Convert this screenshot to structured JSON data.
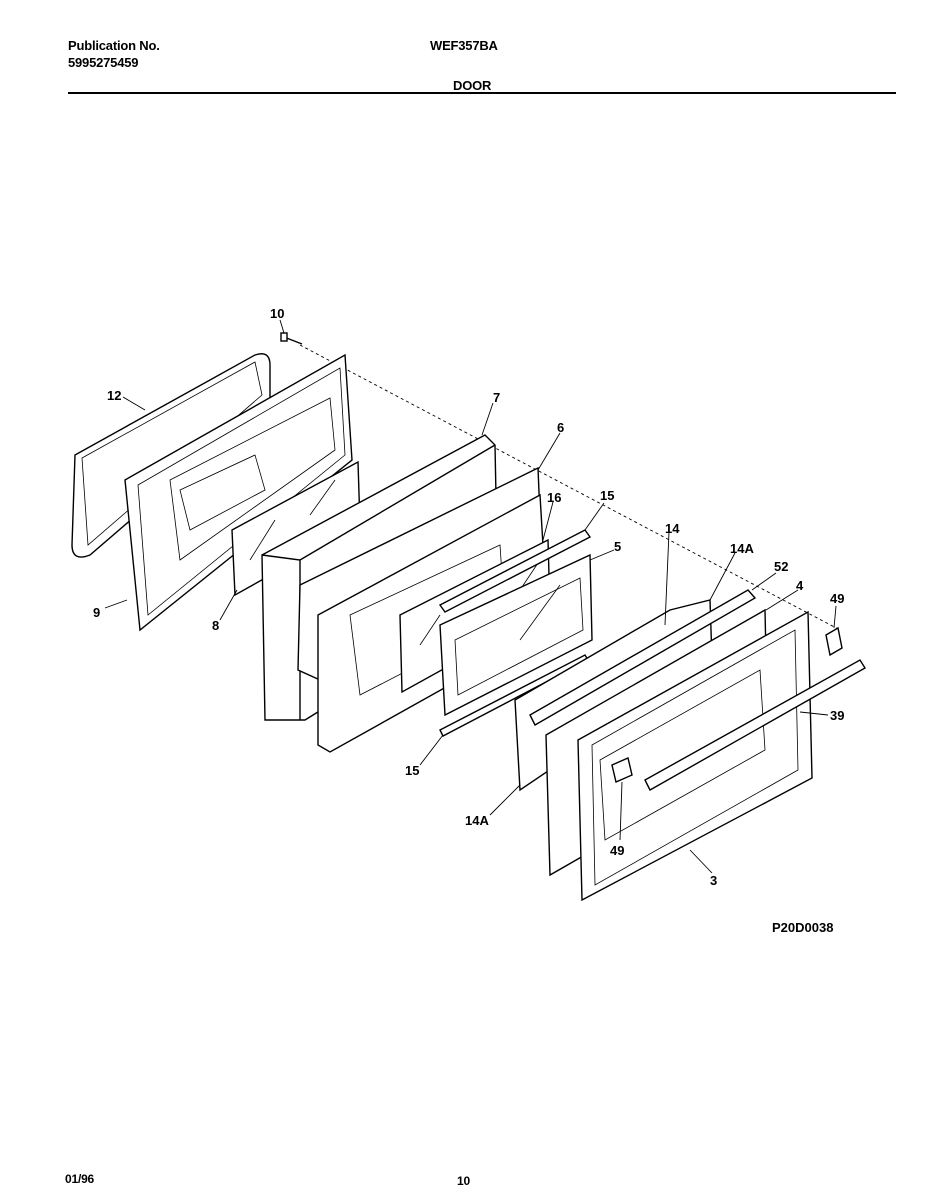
{
  "header": {
    "publication_label": "Publication No.",
    "publication_number": "5995275459",
    "model": "WEF357BA",
    "section": "DOOR"
  },
  "diagram": {
    "drawing_id": "P20D0038",
    "callouts": {
      "c10": "10",
      "c12": "12",
      "c9": "9",
      "c8": "8",
      "c7": "7",
      "c6": "6",
      "c16": "16",
      "c15a": "15",
      "c5": "5",
      "c14": "14",
      "c14a_top": "14A",
      "c52": "52",
      "c4": "4",
      "c49_top": "49",
      "c39": "39",
      "c15b": "15",
      "c14a_bottom": "14A",
      "c49_bottom": "49",
      "c3": "3"
    }
  },
  "footer": {
    "date": "01/96",
    "page": "10"
  }
}
